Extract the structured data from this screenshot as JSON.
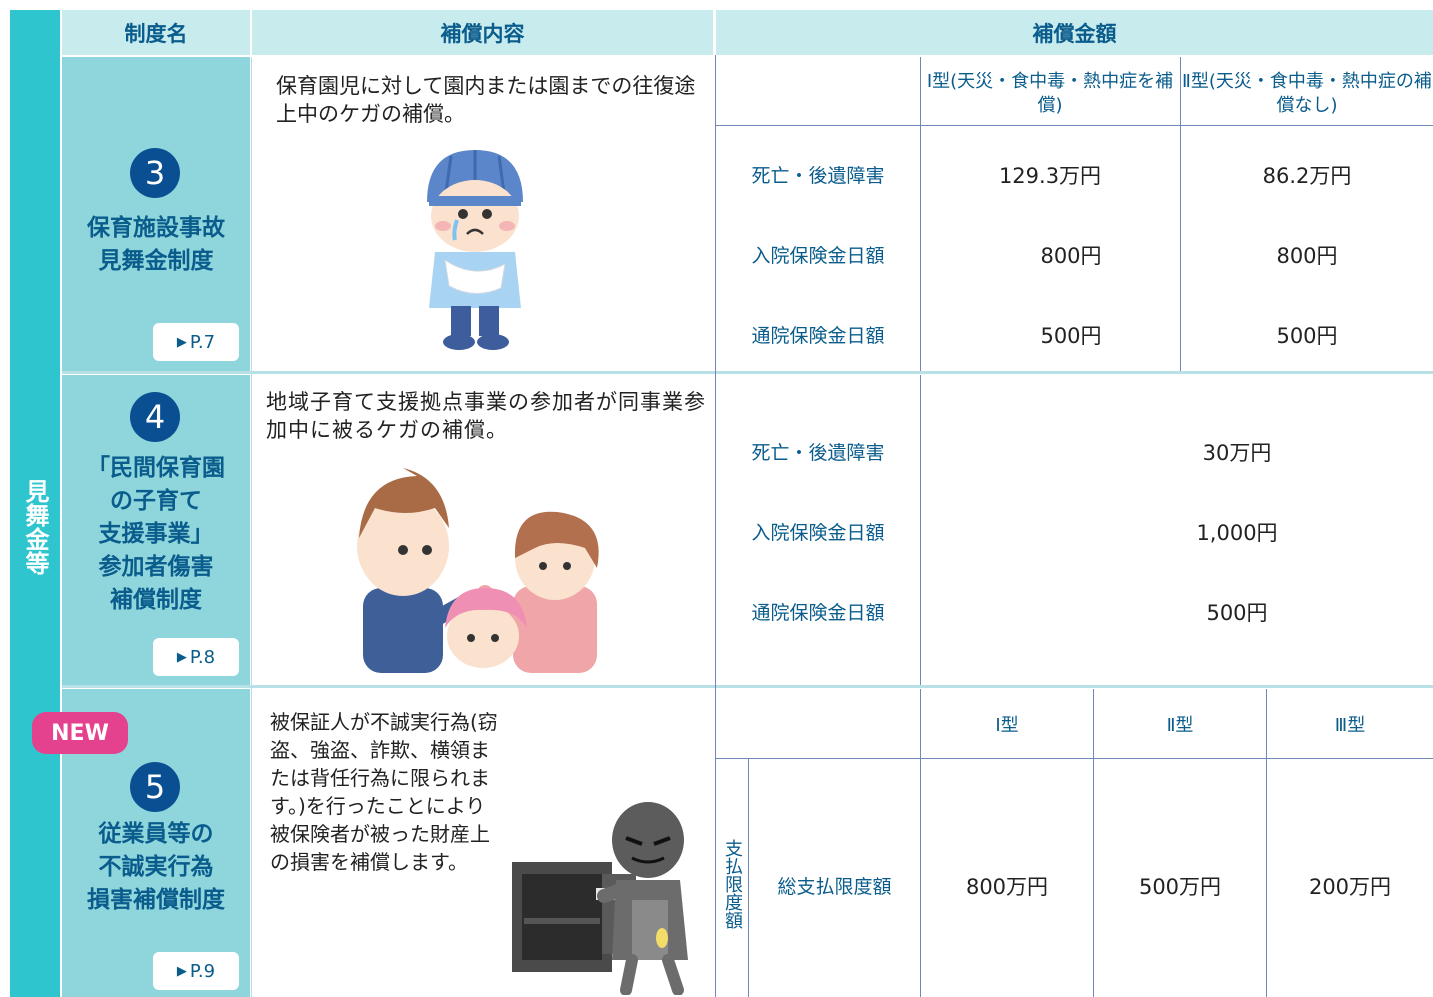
{
  "side_label": "見舞金等",
  "headers": {
    "name": "制度名",
    "content": "補償内容",
    "amount": "補償金額"
  },
  "rows": [
    {
      "number": "3",
      "name_lines": [
        "保育施設事故",
        "見舞金制度"
      ],
      "page": "P.7",
      "description": "保育園児に対して園内または園までの往復途上中のケガの補償。",
      "types": [
        "Ⅰ型(天災・食中毒・熱中症を補償)",
        "Ⅱ型(天災・食中毒・熱中症の補償なし)"
      ],
      "items": [
        {
          "label": "死亡・後遺障害",
          "values": [
            "129.3万円",
            "86.2万円"
          ]
        },
        {
          "label": "入院保険金日額",
          "values": [
            "800円",
            "800円"
          ]
        },
        {
          "label": "通院保険金日額",
          "values": [
            "500円",
            "500円"
          ]
        }
      ]
    },
    {
      "number": "4",
      "name_lines": [
        "「民間保育園",
        "の子育て",
        "支援事業」",
        "参加者傷害",
        "補償制度"
      ],
      "page": "P.8",
      "description": "地域子育て支援拠点事業の参加者が同事業参加中に被るケガの補償。",
      "items": [
        {
          "label": "死亡・後遺障害",
          "value": "30万円"
        },
        {
          "label": "入院保険金日額",
          "value": "1,000円"
        },
        {
          "label": "通院保険金日額",
          "value": "500円"
        }
      ]
    },
    {
      "badge": "NEW",
      "number": "5",
      "name_lines": [
        "従業員等の",
        "不誠実行為",
        "損害補償制度"
      ],
      "page": "P.9",
      "description": "被保証人が不誠実行為(窃盗、強盗、詐欺、横領または背任行為に限られます。)を行ったことにより被保険者が被った財産上の損害を補償します。",
      "group_label": "支払限度額",
      "types": [
        "Ⅰ型",
        "Ⅱ型",
        "Ⅲ型"
      ],
      "item_label": "総支払限度額",
      "values": [
        "800万円",
        "500万円",
        "200万円"
      ]
    }
  ]
}
